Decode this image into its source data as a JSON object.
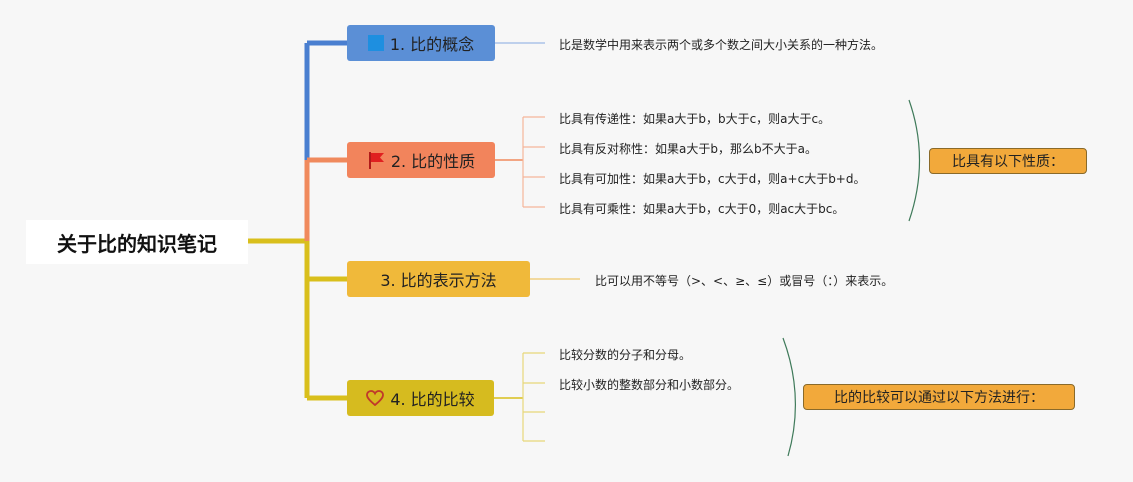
{
  "root": {
    "title": "关于比的知识笔记"
  },
  "topics": [
    {
      "label": "1. 比的概念",
      "icon": "blue-square-icon",
      "color": "#5b8fd6",
      "children": [
        "比是数学中用来表示两个或多个数之间大小关系的一种方法。"
      ]
    },
    {
      "label": "2. 比的性质",
      "icon": "red-flag-icon",
      "color": "#f2845c",
      "children": [
        "比具有传递性：如果a大于b，b大于c，则a大于c。",
        "比具有反对称性：如果a大于b，那么b不大于a。",
        "比具有可加性：如果a大于b，c大于d，则a+c大于b+d。",
        "比具有可乘性：如果a大于b，c大于0，则ac大于bc。"
      ],
      "summary": "比具有以下性质："
    },
    {
      "label": "3. 比的表示方法",
      "icon": "",
      "color": "#f0b93a",
      "children": [
        "比可以用不等号（>、<、≥、≤）或冒号（：）来表示。"
      ]
    },
    {
      "label": "4. 比的比较",
      "icon": "heart-icon",
      "color": "#d6bb1f",
      "children": [
        "比较分数的分子和分母。",
        "比较小数的整数部分和小数部分。",
        "",
        ""
      ],
      "summary": "比的比较可以通过以下方法进行："
    }
  ],
  "colors": {
    "branch_blue": "#4a7fd0",
    "branch_orange": "#f08a5d",
    "branch_yellow": "#d9bf1c",
    "summary_fill": "#f2a93b",
    "bracket": "#3f7a5a"
  }
}
